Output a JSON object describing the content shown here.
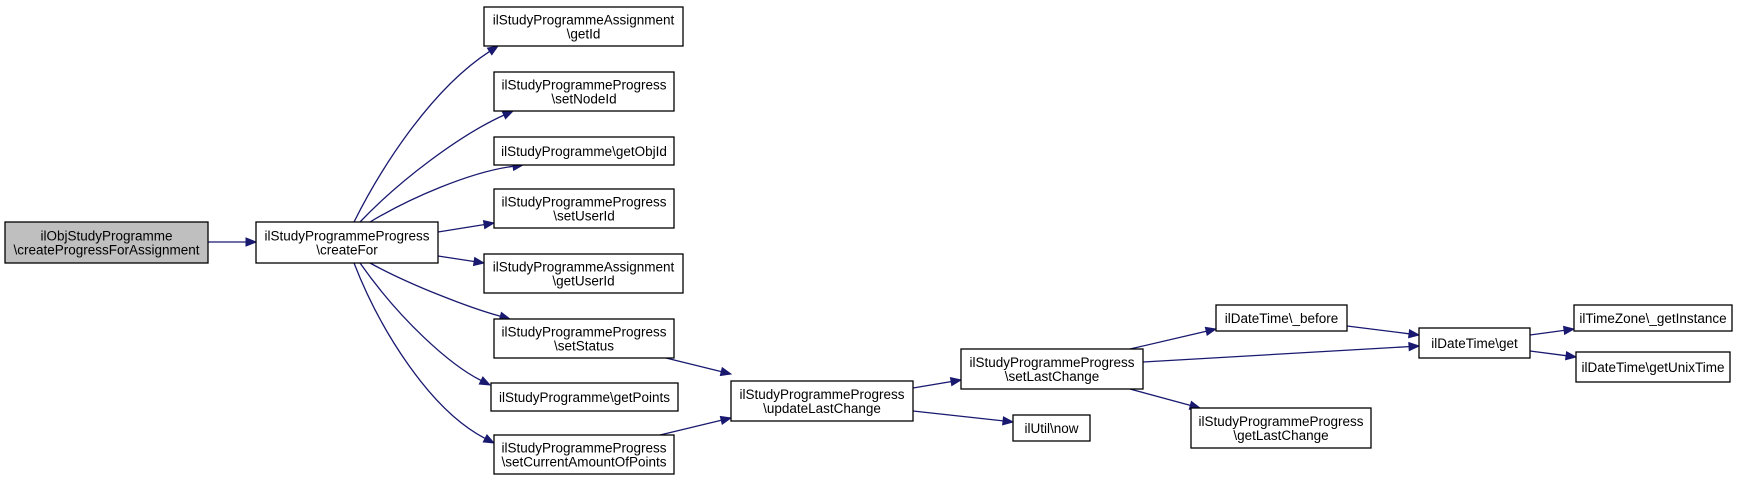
{
  "colors": {
    "edge": "#191970",
    "root_fill": "#bfbfbf",
    "node_fill": "#ffffff",
    "node_border": "#000000"
  },
  "nodes": {
    "root": [
      "ilObjStudyProgramme",
      "\\createProgressForAssignment"
    ],
    "createFor": [
      "ilStudyProgrammeProgress",
      "\\createFor"
    ],
    "assignGetId": [
      "ilStudyProgrammeAssignment",
      "\\getId"
    ],
    "setNodeId": [
      "ilStudyProgrammeProgress",
      "\\setNodeId"
    ],
    "getObjId": [
      "ilStudyProgramme\\getObjId"
    ],
    "setUserId": [
      "ilStudyProgrammeProgress",
      "\\setUserId"
    ],
    "assignGetUserId": [
      "ilStudyProgrammeAssignment",
      "\\getUserId"
    ],
    "setStatus": [
      "ilStudyProgrammeProgress",
      "\\setStatus"
    ],
    "getPoints": [
      "ilStudyProgramme\\getPoints"
    ],
    "setCurrentAmount": [
      "ilStudyProgrammeProgress",
      "\\setCurrentAmountOfPoints"
    ],
    "updateLastChange": [
      "ilStudyProgrammeProgress",
      "\\updateLastChange"
    ],
    "setLastChange": [
      "ilStudyProgrammeProgress",
      "\\setLastChange"
    ],
    "utilNow": [
      "ilUtil\\now"
    ],
    "dtBefore": [
      "ilDateTime\\_before"
    ],
    "getLastChange": [
      "ilStudyProgrammeProgress",
      "\\getLastChange"
    ],
    "dtGet": [
      "ilDateTime\\get"
    ],
    "tzGetInstance": [
      "ilTimeZone\\_getInstance"
    ],
    "dtGetUnixTime": [
      "ilDateTime\\getUnixTime"
    ]
  },
  "edges": [
    [
      "root",
      "createFor"
    ],
    [
      "createFor",
      "assignGetId"
    ],
    [
      "createFor",
      "setNodeId"
    ],
    [
      "createFor",
      "getObjId"
    ],
    [
      "createFor",
      "setUserId"
    ],
    [
      "createFor",
      "assignGetUserId"
    ],
    [
      "createFor",
      "setStatus"
    ],
    [
      "createFor",
      "getPoints"
    ],
    [
      "createFor",
      "setCurrentAmount"
    ],
    [
      "setStatus",
      "updateLastChange"
    ],
    [
      "setCurrentAmount",
      "updateLastChange"
    ],
    [
      "updateLastChange",
      "setLastChange"
    ],
    [
      "updateLastChange",
      "utilNow"
    ],
    [
      "setLastChange",
      "dtBefore"
    ],
    [
      "setLastChange",
      "dtGet"
    ],
    [
      "setLastChange",
      "getLastChange"
    ],
    [
      "dtBefore",
      "dtGet"
    ],
    [
      "dtGet",
      "tzGetInstance"
    ],
    [
      "dtGet",
      "dtGetUnixTime"
    ]
  ]
}
